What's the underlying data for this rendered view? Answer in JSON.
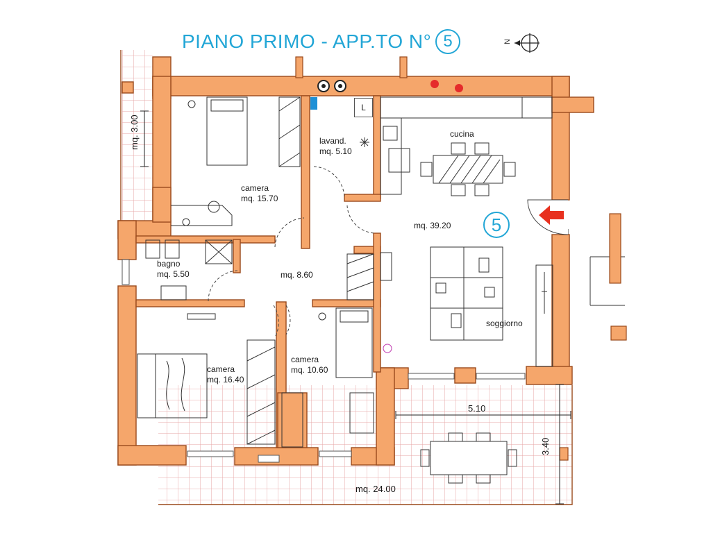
{
  "title": {
    "text": "PIANO  PRIMO - APP.TO  N°",
    "number": "5"
  },
  "compass": {
    "label": "N"
  },
  "apartment_badge": "5",
  "laundry_box_label": "L",
  "rooms": {
    "cucina": {
      "name": "cucina"
    },
    "soggiorno": {
      "name": "soggiorno",
      "area": "mq. 39.20"
    },
    "lavanderia": {
      "name": "lavand.",
      "area": "mq. 5.10"
    },
    "camera_1": {
      "name": "camera",
      "area": "mq. 15.70"
    },
    "bagno": {
      "name": "bagno",
      "area": "mq. 5.50"
    },
    "disimpegno": {
      "area": "mq. 8.60"
    },
    "camera_2": {
      "name": "camera",
      "area": "mq. 16.40"
    },
    "camera_3": {
      "name": "camera",
      "area": "mq. 10.60"
    }
  },
  "terraces": {
    "side_balcony": {
      "area": "mq. 3.00"
    },
    "main_terrace": {
      "area": "mq. 24.00"
    }
  },
  "dimensions": {
    "terrace_width": "5.10",
    "terrace_depth": "3.40"
  },
  "colors": {
    "wall_fill": "#f5a66b",
    "wall_stroke": "#9a4a1c",
    "accent_text": "#22a6d6",
    "tile_grid": "#e7a7a7",
    "entry_arrow": "#e8311f",
    "gas_points": "#e52b2b",
    "water_point": "#1e90d6",
    "furniture_stroke": "#333333"
  }
}
